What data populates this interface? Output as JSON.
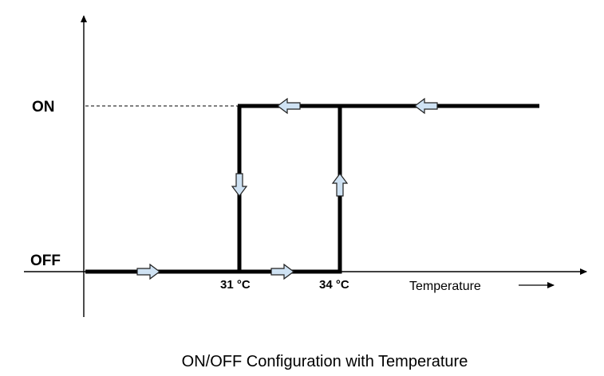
{
  "diagram": {
    "y_labels": {
      "on": "ON",
      "off": "OFF"
    },
    "x_labels": {
      "low": "31 °C",
      "high": "34 °C"
    },
    "axis_label": "Temperature",
    "caption": "ON/OFF Configuration with Temperature"
  },
  "colors": {
    "line": "#000000",
    "arrow_fill": "#cfe2f3",
    "arrow_stroke": "#1f1f1f"
  }
}
